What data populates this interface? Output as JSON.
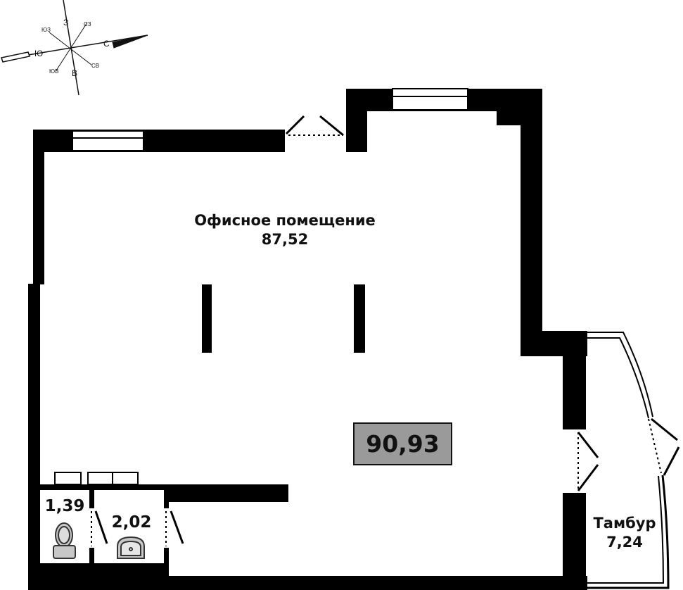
{
  "compass": {
    "n": "С",
    "s": "Ю",
    "e": "В",
    "w": "З",
    "ne": "СВ",
    "nw": "СЗ",
    "se": "ЮВ",
    "sw": "ЮЗ"
  },
  "rooms": {
    "office": {
      "name": "Офисное помещение",
      "area": "87,52"
    },
    "wc": {
      "area": "1,39"
    },
    "bath": {
      "area": "2,02"
    },
    "vestibule": {
      "name": "Тамбур",
      "area": "7,24"
    }
  },
  "total_area": "90,93",
  "colors": {
    "wall": "#000000",
    "total_box": "#9a9a9a",
    "fixture": "#c8c8c8"
  }
}
